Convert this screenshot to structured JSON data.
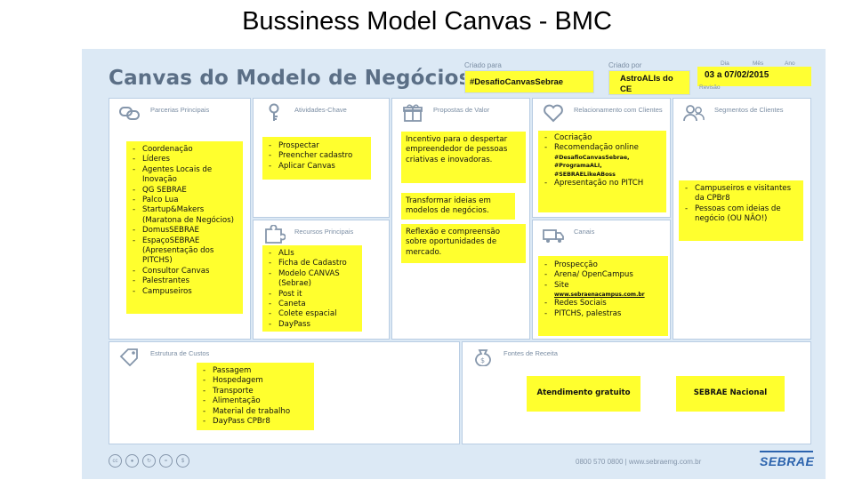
{
  "slide": {
    "title": "Bussiness Model Canvas - BMC"
  },
  "canvas": {
    "title": "Canvas do Modelo de Negócios",
    "designed_for_label": "Criado para",
    "designed_for": "#DesafioCanvasSebrae",
    "designed_by_label": "Criado por",
    "designed_by": "AstroALIs do CE",
    "date": "03 a 07/02/2015",
    "day_label": "Dia",
    "month_label": "Mês",
    "year_label": "Ano",
    "revision_label": "Revisão"
  },
  "blocks": {
    "key_partners": {
      "label": "Parcerias Principais",
      "icon": "chain-link-icon",
      "items": [
        "Coordenação",
        "Líderes",
        "Agentes Locais de Inovação",
        "QG SEBRAE",
        "Palco Lua",
        "Startup&Makers (Maratona de Negócios)",
        "DomusSEBRAE",
        "EspaçoSEBRAE (Apresentação dos PITCHS)",
        "Consultor Canvas",
        "Palestrantes",
        "Campuseiros"
      ]
    },
    "key_activities": {
      "label": "Atividades-Chave",
      "icon": "key-icon",
      "items": [
        "Prospectar",
        "Preencher cadastro",
        "Aplicar Canvas"
      ]
    },
    "key_resources": {
      "label": "Recursos Principais",
      "icon": "puzzle-icon",
      "items": [
        "ALIs",
        "Ficha de Cadastro",
        "Modelo CANVAS (Sebrae)",
        "Post it",
        "Caneta",
        "Colete espacial",
        "DayPass"
      ]
    },
    "value_propositions": {
      "label": "Propostas de Valor",
      "icon": "gift-icon",
      "paragraphs": [
        "Incentivo para o despertar empreendedor de pessoas criativas e inovadoras.",
        "Transformar ideias em modelos de negócios.",
        "Reflexão e compreensão sobre oportunidades de mercado."
      ]
    },
    "customer_relationships": {
      "label": "Relacionamento com Clientes",
      "icon": "heart-icon",
      "items": [
        "Cocriação",
        "Recomendação online"
      ],
      "hashtags": [
        "#DesafioCanvasSebrae,",
        "#ProgramaALI,",
        "#SEBRAELikeABoss"
      ],
      "items_after": [
        "Apresentação no PITCH"
      ]
    },
    "channels": {
      "label": "Canais",
      "icon": "truck-icon",
      "items": [
        "Prospecção",
        "Arena/ OpenCampus",
        "Site"
      ],
      "site_url": "www.sebraenacampus.com.br",
      "items_after": [
        "Redes Sociais",
        "PITCHS, palestras"
      ]
    },
    "customer_segments": {
      "label": "Segmentos de Clientes",
      "icon": "people-icon",
      "items": [
        "Campuseiros e visitantes da CPBr8",
        "Pessoas com ideias de negócio (OU NÃO!)"
      ]
    },
    "cost_structure": {
      "label": "Estrutura de Custos",
      "icon": "price-tag-icon",
      "items": [
        "Passagem",
        "Hospedagem",
        "Transporte",
        "Alimentação",
        "Material de trabalho",
        "DayPass CPBr8"
      ]
    },
    "revenue_streams": {
      "label": "Fontes de Receita",
      "icon": "money-bag-icon",
      "notes": [
        "Atendimento gratuito",
        "SEBRAE Nacional"
      ]
    }
  },
  "footer": {
    "license_icons": [
      "cc-icon",
      "by-icon",
      "sa-icon",
      "nd-icon",
      "nc-icon"
    ],
    "contact": "0800 570 0800  |  www.sebraemg.com.br",
    "logo": "SEBRAE"
  }
}
